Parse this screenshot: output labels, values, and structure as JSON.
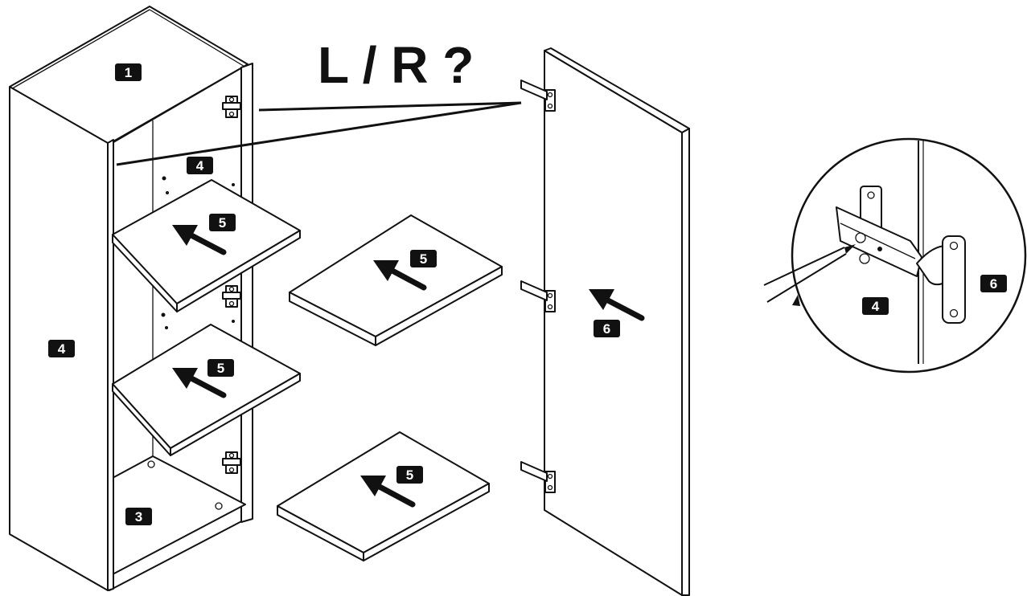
{
  "title": "L / R ?",
  "parts": {
    "top_panel": "1",
    "bottom_panel": "3",
    "side_panel_left": "4",
    "side_panel_right": "4",
    "shelf_installed_upper": "5",
    "shelf_installed_lower": "5",
    "shelf_loose_upper": "5",
    "shelf_loose_lower": "5",
    "door": "6"
  },
  "detail": {
    "side_panel": "4",
    "door": "6"
  }
}
